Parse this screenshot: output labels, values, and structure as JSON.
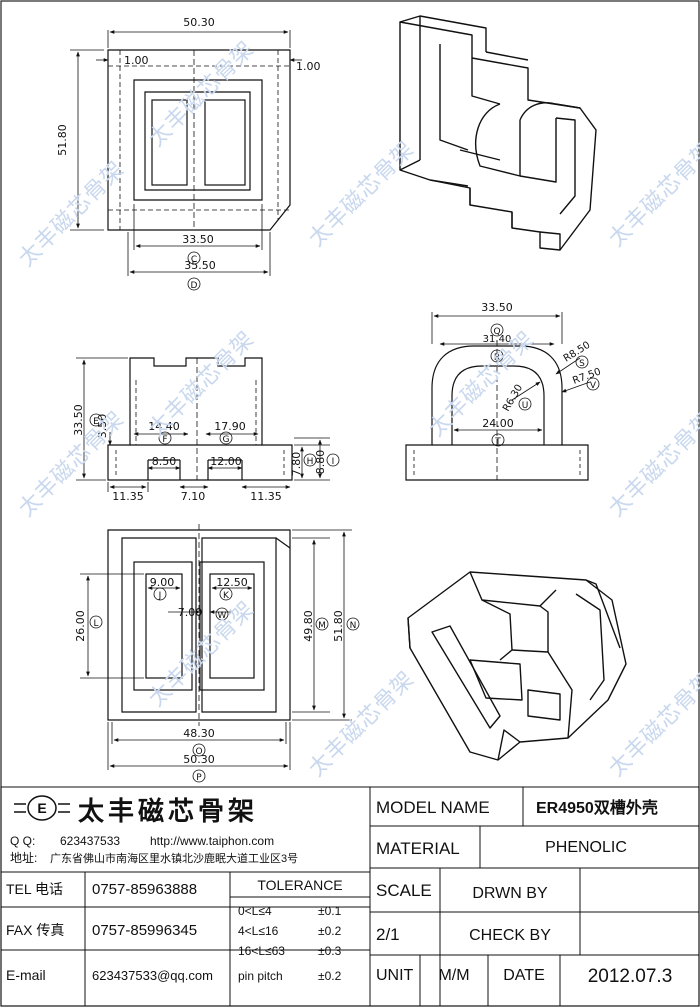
{
  "watermark": "太丰磁芯骨架",
  "top_view": {
    "dim_width": "50.30",
    "dim_height": "51.80",
    "dim_wall_left": "1.00",
    "dim_wall_right": "1.00",
    "dim_inner": "33.50",
    "ref_inner": "C",
    "dim_base": "35.50",
    "ref_base": "D"
  },
  "front_view": {
    "dim_height": "33.50",
    "ref_height": "E",
    "dim_step": "3.50",
    "dim_left_slot": "14.40",
    "ref_left_slot": "F",
    "dim_right_slot": "17.90",
    "ref_right_slot": "G",
    "dim_notch_left": "8.50",
    "dim_notch_right": "12.00",
    "dim_edge_left": "11.35",
    "dim_center": "7.10",
    "dim_edge_right": "11.35",
    "dim_base_h1": "7.80",
    "ref_base_h1": "H",
    "dim_base_h2": "8.80",
    "ref_base_h2": "I"
  },
  "side_view": {
    "dim_outer": "33.50",
    "ref_outer": "Q",
    "dim_inner": "31.40",
    "ref_inner": "R",
    "dim_radius_outer": "R8.50",
    "ref_radius_outer": "S",
    "dim_radius_mid": "R7.50",
    "ref_radius_mid": "V",
    "dim_radius_inner": "R6.30",
    "ref_radius_inner": "U",
    "dim_bottom": "24.00",
    "ref_bottom": "T"
  },
  "bottom_view": {
    "dim_window_left": "9.00",
    "ref_window_left": "J",
    "dim_window_right": "12.50",
    "ref_window_right": "K",
    "dim_gap": "7.00",
    "ref_gap": "W",
    "dim_window_height": "26.00",
    "ref_window_height": "L",
    "dim_inner_height": "49.80",
    "ref_inner_height": "M",
    "dim_outer_height": "51.80",
    "ref_outer_height": "N",
    "dim_inner_width": "48.30",
    "ref_inner_width": "O",
    "dim_outer_width": "50.30",
    "ref_outer_width": "P"
  },
  "title_block": {
    "logo_letter": "E",
    "company": "太丰磁芯骨架",
    "qq_label": "Q Q:",
    "qq_value": "623437533",
    "website": "http://www.taiphon.com",
    "address_label": "地址:",
    "address_value": "广东省佛山市南海区里水镇北沙鹿眠大道工业区3号",
    "tel_label": "TEL 电话",
    "tel_value": "0757-85963888",
    "fax_label": "FAX 传真",
    "fax_value": "0757-85996345",
    "email_label": "E-mail",
    "email_value": "623437533@qq.com",
    "tolerance_title": "TOLERANCE",
    "tolerance_rows": [
      {
        "range": "0<L≤4",
        "value": "±0.1"
      },
      {
        "range": "4<L≤16",
        "value": "±0.2"
      },
      {
        "range": "16<L≤63",
        "value": "±0.3"
      },
      {
        "range": "pin pitch",
        "value": "±0.2"
      }
    ],
    "model_name_label": "MODEL NAME",
    "model_name_value": "ER4950双槽外壳",
    "material_label": "MATERIAL",
    "material_value": "PHENOLIC",
    "scale_label": "SCALE",
    "scale_value": "2/1",
    "drawn_by_label": "DRWN BY",
    "check_by_label": "CHECK BY",
    "unit_label": "UNIT",
    "unit_value": "M/M",
    "date_label": "DATE",
    "date_value": "2012.07.3"
  }
}
